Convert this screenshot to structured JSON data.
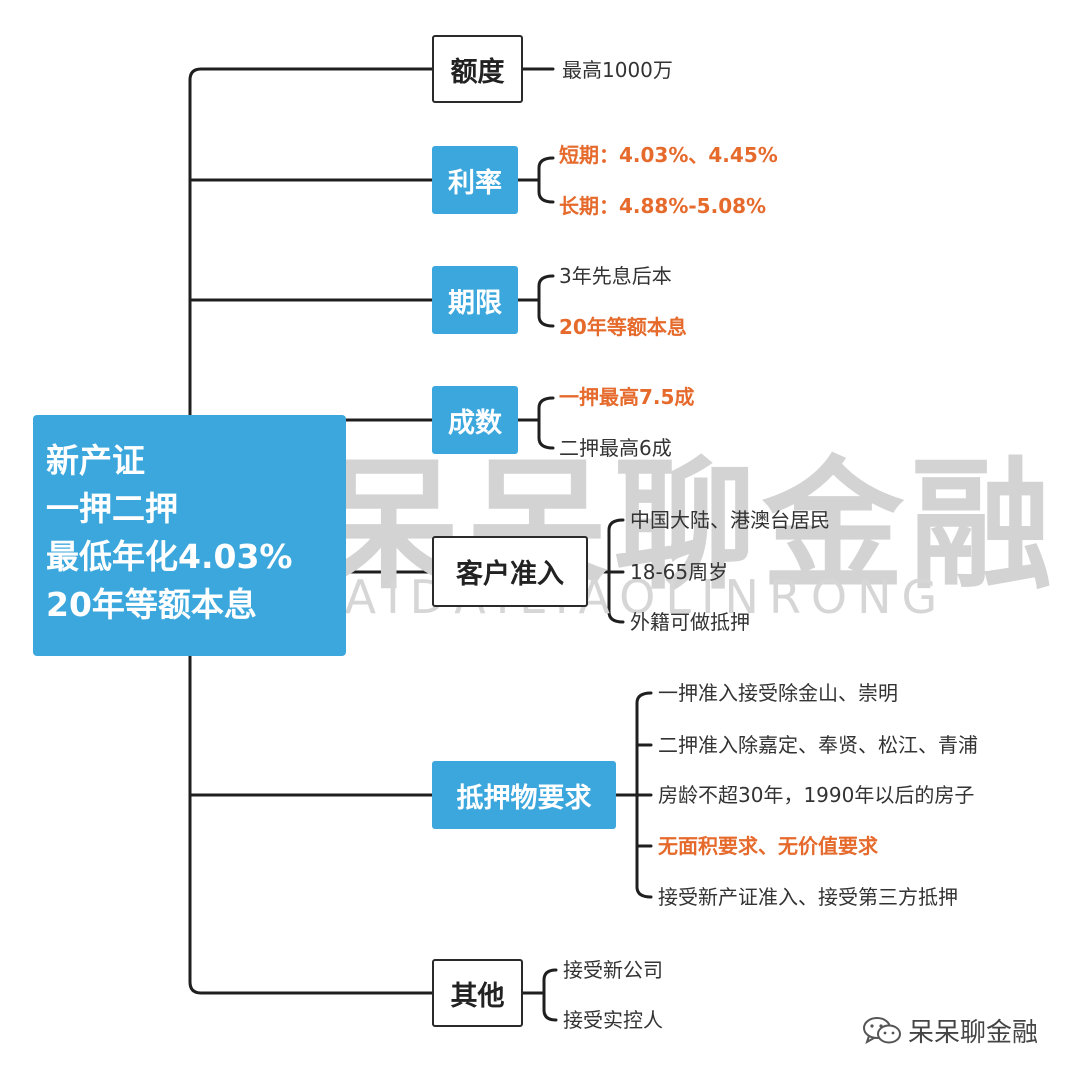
{
  "root": {
    "lines": [
      "新产证",
      "一押二押",
      "最低年化4.03%",
      "20年等额本息"
    ]
  },
  "watermark": {
    "cn": "呆呆聊金融",
    "en": "DAIDAILIAOLINRONG"
  },
  "branches": {
    "quota": {
      "label": "额度",
      "items": [
        "最高1000万"
      ]
    },
    "rate": {
      "label": "利率",
      "items": [
        "短期：4.03%、4.45%",
        "长期：4.88%-5.08%"
      ]
    },
    "term": {
      "label": "期限",
      "items": [
        "3年先息后本",
        "20年等额本息"
      ]
    },
    "ratio": {
      "label": "成数",
      "items": [
        "一押最高7.5成",
        "二押最高6成"
      ]
    },
    "customer": {
      "label": "客户准入",
      "items": [
        "中国大陆、港澳台居民",
        "18-65周岁",
        "外籍可做抵押"
      ]
    },
    "collateral": {
      "label": "抵押物要求",
      "items": [
        "一押准入接受除金山、崇明",
        "二押准入除嘉定、奉贤、松江、青浦",
        "房龄不超30年，1990年以后的房子",
        "无面积要求、无价值要求",
        "接受新产证准入、接受第三方抵押"
      ]
    },
    "other": {
      "label": "其他",
      "items": [
        "接受新公司",
        "接受实控人"
      ]
    }
  },
  "footer": {
    "account": "呆呆聊金融",
    "icon": "wechat-icon"
  },
  "colors": {
    "accent_blue": "#3ca7dd",
    "highlight_orange": "#e56a2c",
    "line": "#1f1f1f"
  }
}
